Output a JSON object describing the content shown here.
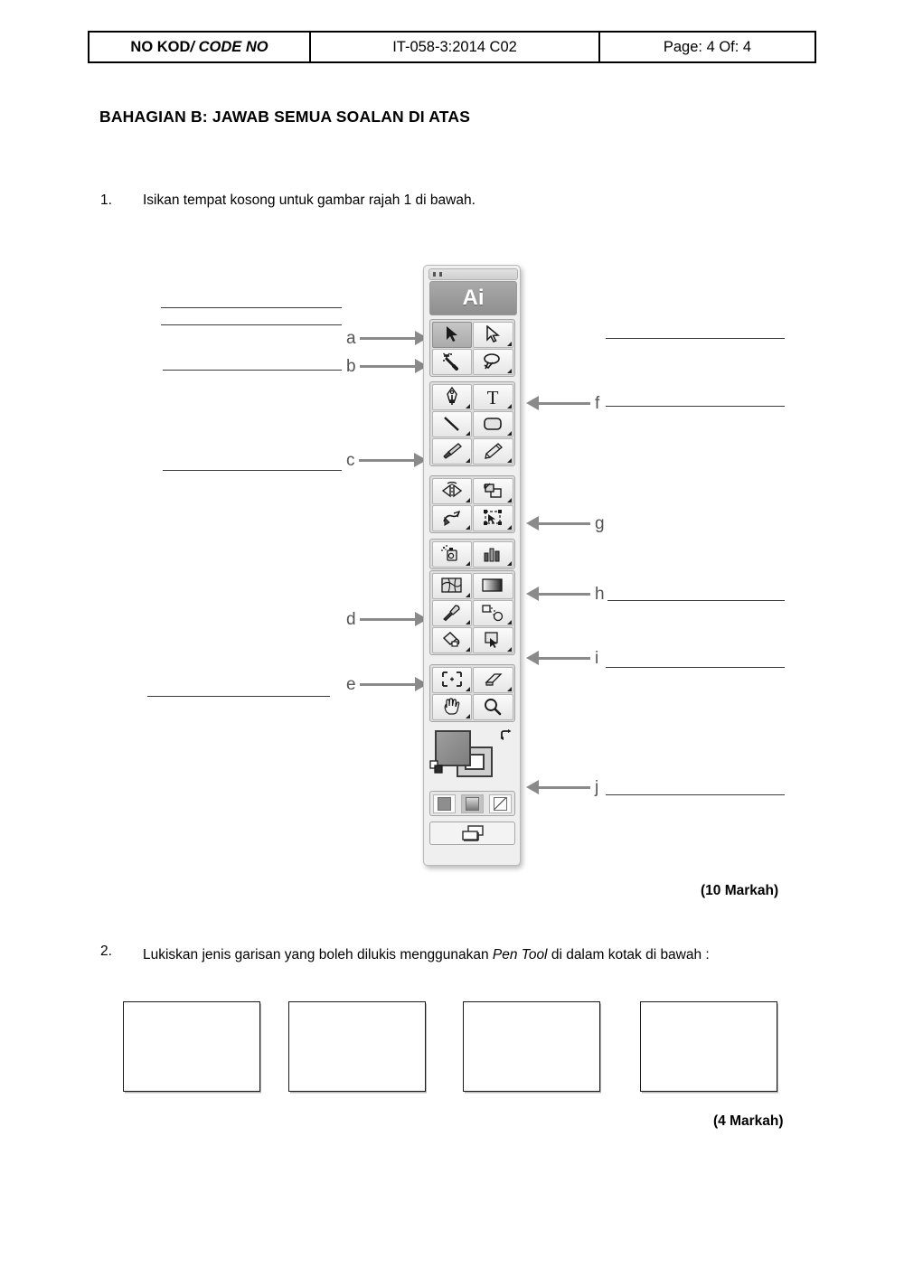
{
  "header": {
    "code_label_bold": "NO KOD",
    "code_label_italic": " / CODE NO",
    "code_value": "IT-058-3:2014  C02",
    "page_info": "Page: 4  Of: 4"
  },
  "section": {
    "title": "BAHAGIAN B: JAWAB SEMUA SOALAN DI ATAS"
  },
  "questions": [
    {
      "number": "1.",
      "text": "Isikan tempat kosong untuk gambar rajah 1 di bawah.",
      "marks": "(10 Markah)"
    },
    {
      "number": "2.",
      "text_part1": "Lukiskan jenis garisan yang boleh dilukis menggunakan ",
      "text_italic": "Pen Tool",
      "text_part2": " di dalam kotak di bawah :",
      "marks": "(4 Markah)"
    }
  ],
  "callouts": {
    "left": [
      {
        "label": "a"
      },
      {
        "label": "b"
      },
      {
        "label": "c"
      },
      {
        "label": "d"
      },
      {
        "label": "e"
      }
    ],
    "right": [
      {
        "label": "f"
      },
      {
        "label": "g"
      },
      {
        "label": "h"
      },
      {
        "label": "i"
      },
      {
        "label": "j"
      }
    ]
  },
  "toolbar": {
    "logo": "Ai",
    "tools": [
      "selection-tool",
      "direct-selection-tool",
      "magic-wand-tool",
      "lasso-tool",
      "pen-tool",
      "type-tool",
      "line-segment-tool",
      "rectangle-tool",
      "paintbrush-tool",
      "pencil-tool",
      "rotate-tool",
      "scale-tool",
      "warp-tool",
      "free-transform-tool",
      "symbol-sprayer-tool",
      "column-graph-tool",
      "mesh-tool",
      "gradient-tool",
      "eyedropper-tool",
      "blend-tool",
      "live-paint-bucket-tool",
      "live-paint-selection-tool",
      "artboard-tool",
      "slice-tool",
      "hand-tool",
      "zoom-tool"
    ],
    "fill_stroke": "fill-and-stroke-swatches",
    "color_modes": [
      "color-mode",
      "gradient-mode",
      "none-mode"
    ],
    "screen_mode": "change-screen-mode"
  },
  "answer_boxes": [
    {
      "name": "answer-box-1"
    },
    {
      "name": "answer-box-2"
    },
    {
      "name": "answer-box-3"
    },
    {
      "name": "answer-box-4"
    }
  ]
}
